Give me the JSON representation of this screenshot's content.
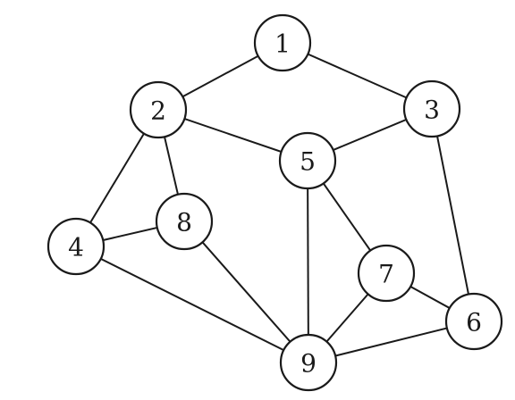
{
  "graph": {
    "nodes": [
      {
        "id": "1",
        "label": "1"
      },
      {
        "id": "2",
        "label": "2"
      },
      {
        "id": "3",
        "label": "3"
      },
      {
        "id": "4",
        "label": "4"
      },
      {
        "id": "5",
        "label": "5"
      },
      {
        "id": "6",
        "label": "6"
      },
      {
        "id": "7",
        "label": "7"
      },
      {
        "id": "8",
        "label": "8"
      },
      {
        "id": "9",
        "label": "9"
      }
    ],
    "edges": [
      [
        "1",
        "2"
      ],
      [
        "1",
        "3"
      ],
      [
        "2",
        "5"
      ],
      [
        "2",
        "4"
      ],
      [
        "2",
        "8"
      ],
      [
        "3",
        "5"
      ],
      [
        "3",
        "6"
      ],
      [
        "4",
        "8"
      ],
      [
        "4",
        "9"
      ],
      [
        "8",
        "9"
      ],
      [
        "5",
        "9"
      ],
      [
        "5",
        "7"
      ],
      [
        "7",
        "9"
      ],
      [
        "7",
        "6"
      ],
      [
        "9",
        "6"
      ]
    ]
  }
}
